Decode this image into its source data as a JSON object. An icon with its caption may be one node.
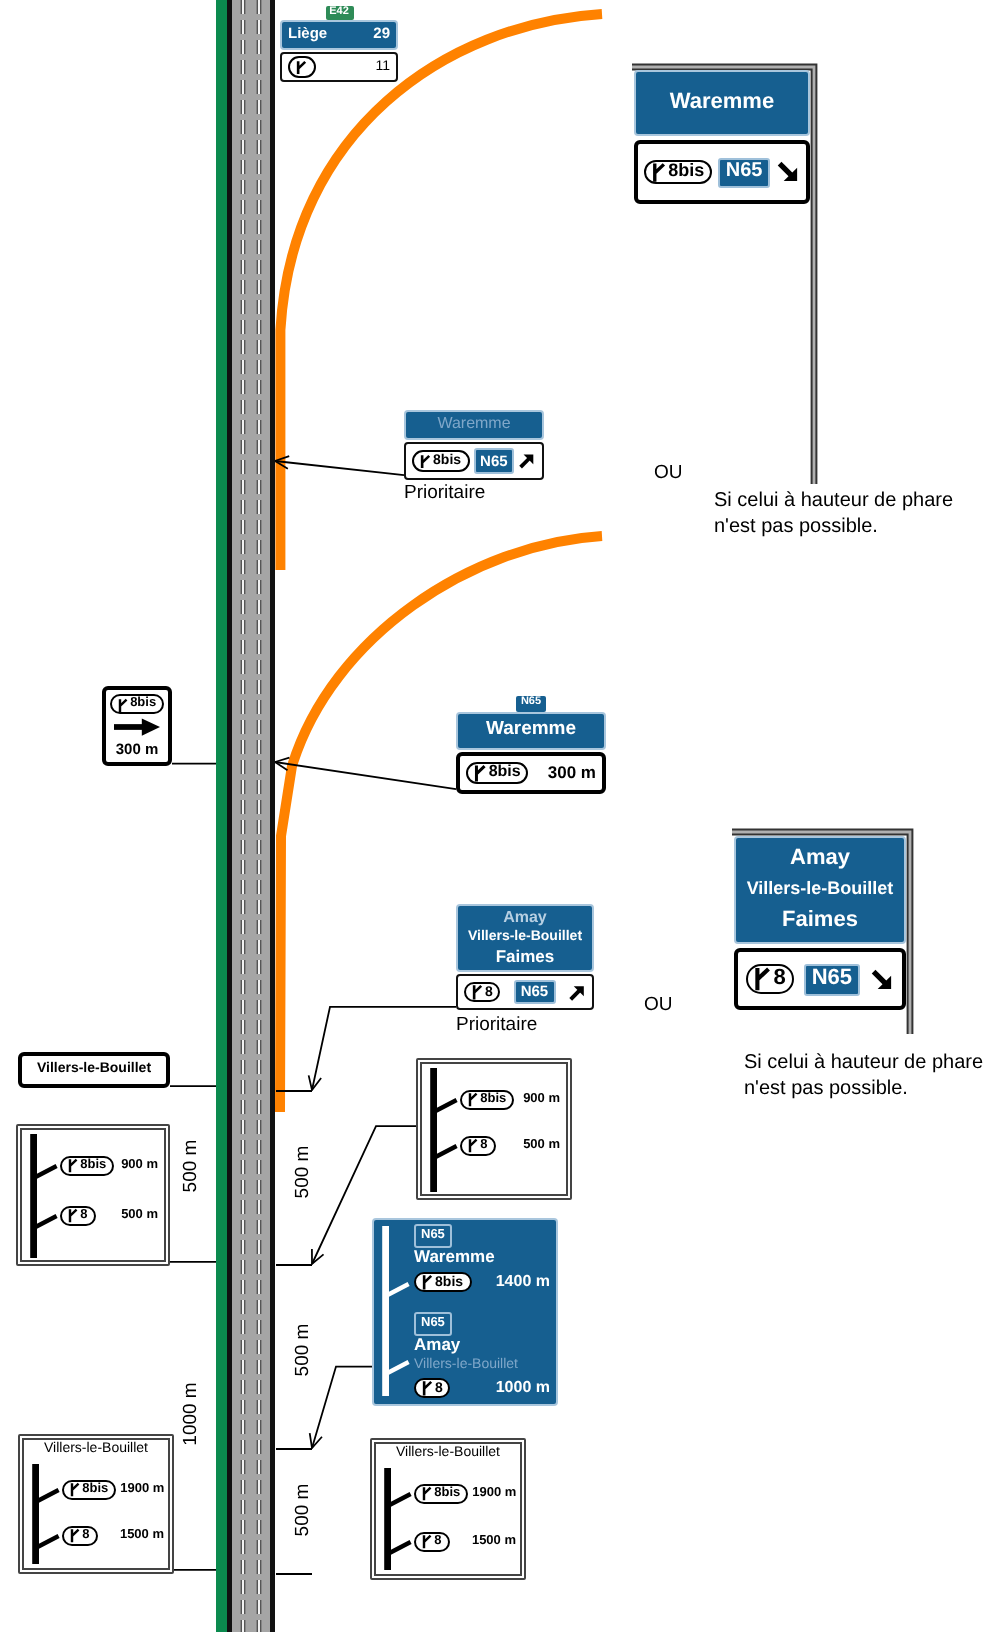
{
  "diagram": {
    "nodes": [
      {
        "text": [
          "E42",
          "Liège",
          "29",
          "11"
        ]
      },
      {
        "text": [
          "Waremme",
          "8bis",
          "N65"
        ]
      },
      {
        "text": [
          "Waremme",
          "8bis",
          "N65"
        ],
        "beside": [
          "Prioritaire"
        ]
      },
      {
        "text": [
          "8bis",
          "300 m"
        ]
      },
      {
        "text": [
          "N65",
          "Waremme",
          "8bis",
          "300 m"
        ]
      },
      {
        "text": [
          "Amay",
          "Villers-le-Bouillet",
          "Faimes",
          "8",
          "N65"
        ]
      },
      {
        "text": [
          "Amay",
          "Villers-le-Bouillet",
          "Faimes",
          "8",
          "N65"
        ],
        "beside": [
          "Prioritaire"
        ]
      },
      {
        "text": [
          "Villers-le-Bouillet"
        ]
      },
      {
        "text": [
          "8bis",
          "900 m",
          "8",
          "500 m"
        ]
      },
      {
        "text": [
          "8bis",
          "900 m",
          "8",
          "500 m"
        ]
      },
      {
        "text": [
          "N65",
          "Waremme",
          "8bis",
          "1400 m",
          "N65",
          "Amay",
          "Villers-le-Bouillet",
          "8",
          "1000 m"
        ]
      },
      {
        "text": [
          "Villers-le-Bouillet",
          "8bis",
          "1900 m",
          "8",
          "1500 m"
        ]
      },
      {
        "text": [
          "Villers-le-Bouillet",
          "8bis",
          "1900 m",
          "8",
          "1500 m"
        ]
      },
      {
        "text": [],
        "shape": "picture"
      },
      {
        "text": [],
        "shape": "bar"
      },
      {
        "text": [],
        "shape": "bar"
      },
      {
        "text": [],
        "shape": "bar"
      }
    ],
    "edges": [
      {
        "from": 2,
        "to": 13,
        "arrow": "to"
      },
      {
        "from": 3,
        "to": 13,
        "arrow": "none"
      },
      {
        "from": 4,
        "to": 13,
        "arrow": "to"
      },
      {
        "from": 6,
        "to": 14,
        "arrow": "to"
      },
      {
        "from": 7,
        "to": 13,
        "arrow": "none"
      },
      {
        "from": 8,
        "to": 15,
        "arrow": "to"
      },
      {
        "from": 9,
        "to": 13,
        "arrow": "none"
      },
      {
        "from": 10,
        "to": 16,
        "arrow": "to"
      },
      {
        "from": 11,
        "to": 13,
        "arrow": "none"
      }
    ],
    "labels": [
      "OU",
      "Si celui à hauteur de phare n'est pas possible.",
      "OU",
      "Si celui à hauteur de phare n'est pas possible.",
      "500 m",
      "500 m",
      "500 m",
      "1000 m",
      "500 m"
    ]
  }
}
